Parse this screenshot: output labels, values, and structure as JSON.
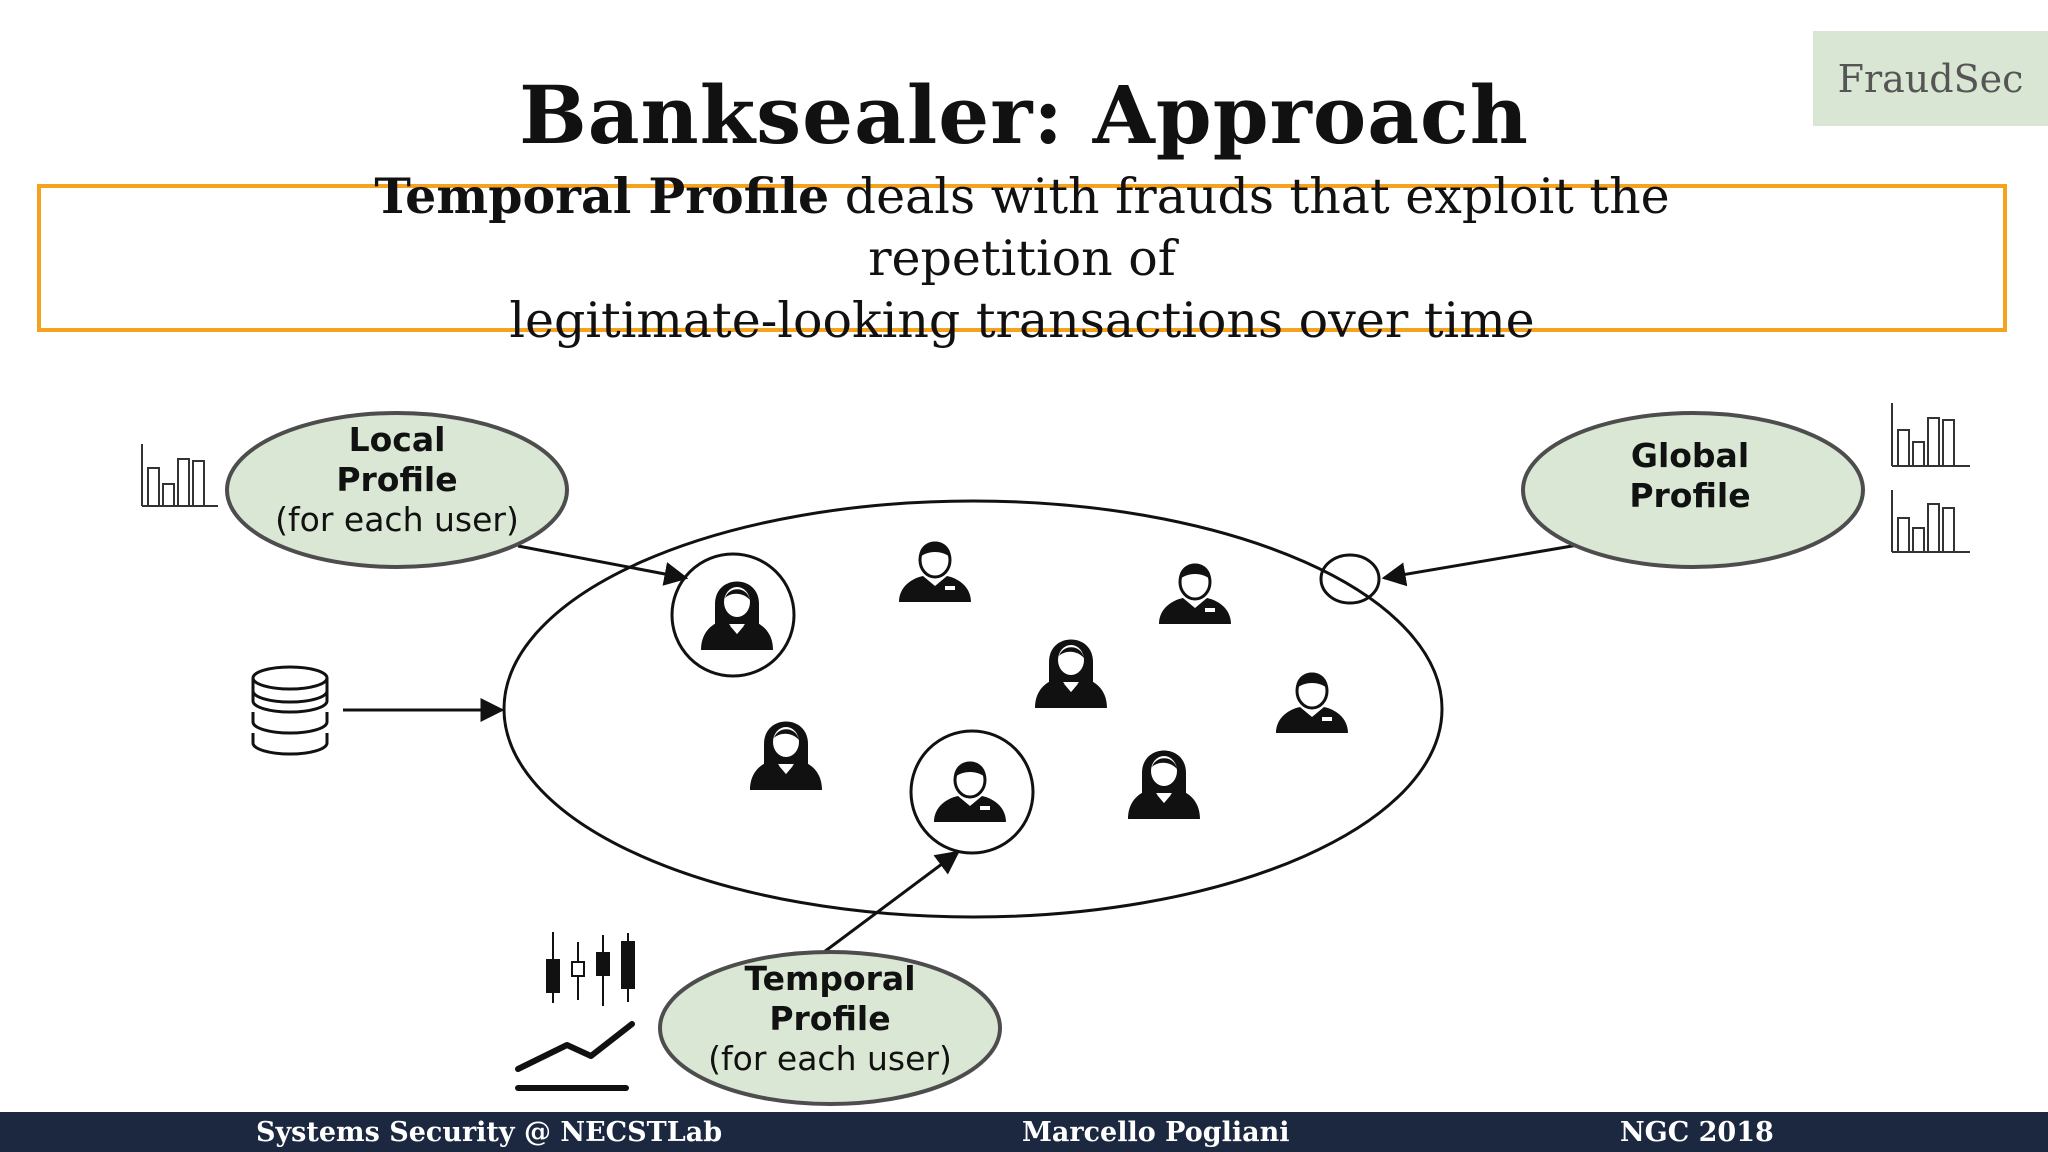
{
  "badge": "FraudSec",
  "title": "Banksealer: Approach",
  "callout": {
    "bold": "Temporal Profile",
    "rest_line1": " deals with frauds that exploit the repetition of",
    "line2": "legitimate-looking transactions over time"
  },
  "diagram": {
    "local_profile": [
      "Local",
      "Profile",
      "(for each user)"
    ],
    "global_profile": [
      "Global",
      "Profile"
    ],
    "temporal_profile": [
      "Temporal",
      "Profile",
      "(for each user)"
    ],
    "node_fill": "#d9e7d4",
    "node_stroke": "#4d4d4d",
    "icons": [
      "bar-chart-icon",
      "database-icon",
      "candlestick-chart-icon",
      "line-trend-icon",
      "user-female-icon",
      "user-male-icon"
    ]
  },
  "footer": {
    "left": "Systems Security @ NECSTLab",
    "center": "Marcello Pogliani",
    "right": "NGC 2018"
  }
}
